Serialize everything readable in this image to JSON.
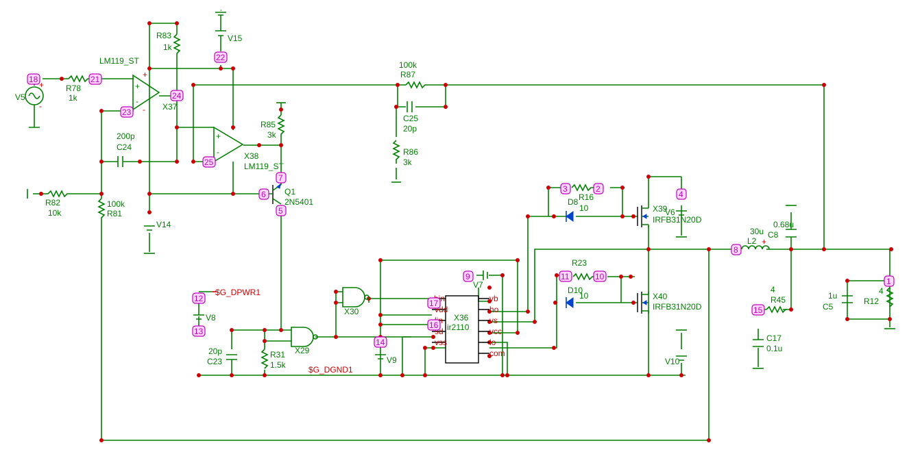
{
  "components": {
    "R83": {
      "ref": "R83",
      "value": "1k"
    },
    "V15": {
      "ref": "V15"
    },
    "X37": {
      "ref": "X37",
      "model": "LM119_ST"
    },
    "V5": {
      "ref": "V5"
    },
    "R78": {
      "ref": "R78",
      "value": "1k"
    },
    "C24": {
      "ref": "C24",
      "value": "200p"
    },
    "X38": {
      "ref": "X38",
      "model": "LM119_ST"
    },
    "R85": {
      "ref": "R85",
      "value": "3k"
    },
    "Q1": {
      "ref": "Q1",
      "model": "2N5401"
    },
    "R82": {
      "ref": "R82",
      "value": "10k"
    },
    "R81": {
      "ref": "R81",
      "value": "100k"
    },
    "V14": {
      "ref": "V14"
    },
    "R87": {
      "ref": "R87",
      "value": "100k"
    },
    "C25": {
      "ref": "C25",
      "value": "20p"
    },
    "R86": {
      "ref": "R86",
      "value": "3k"
    },
    "R16": {
      "ref": "R16"
    },
    "D8": {
      "ref": "D8",
      "value": "10"
    },
    "X39": {
      "ref": "X39",
      "model": "IRFB31N20D"
    },
    "V6": {
      "ref": "V6"
    },
    "R23": {
      "ref": "R23"
    },
    "D10": {
      "ref": "D10",
      "value": "10"
    },
    "X40": {
      "ref": "X40",
      "model": "IRFB31N20D"
    },
    "L2": {
      "ref": "L2",
      "value": "30u"
    },
    "C8": {
      "ref": "C8",
      "value": "0.68u"
    },
    "R45": {
      "ref": "R45",
      "value": "4"
    },
    "C17": {
      "ref": "C17",
      "value": "0.1u"
    },
    "C5": {
      "ref": "C5",
      "value": "1u"
    },
    "R12": {
      "ref": "R12",
      "value": "4"
    },
    "V7": {
      "ref": "V7"
    },
    "X36": {
      "ref": "X36",
      "model": "ir2110"
    },
    "X30": {
      "ref": "X30"
    },
    "X29": {
      "ref": "X29"
    },
    "V8": {
      "ref": "V8"
    },
    "C23": {
      "ref": "C23",
      "value": "20p"
    },
    "R31": {
      "ref": "R31",
      "value": "1.5k"
    },
    "V9": {
      "ref": "V9"
    },
    "V10": {
      "ref": "V10"
    }
  },
  "nets": {
    "dpwr": "$G_DPWR1",
    "dgnd": "$G_DGND1"
  },
  "ir2110_pins": [
    "hin",
    "vdd",
    "lin",
    "sd",
    "vss",
    "vb",
    "ho",
    "vs",
    "vcc",
    "lo",
    "com"
  ],
  "node_labels": [
    "18",
    "21",
    "24",
    "23",
    "22",
    "25",
    "7",
    "6",
    "5",
    "3",
    "2",
    "4",
    "11",
    "10",
    "9",
    "8",
    "15",
    "1",
    "12",
    "13",
    "14",
    "17",
    "16"
  ]
}
